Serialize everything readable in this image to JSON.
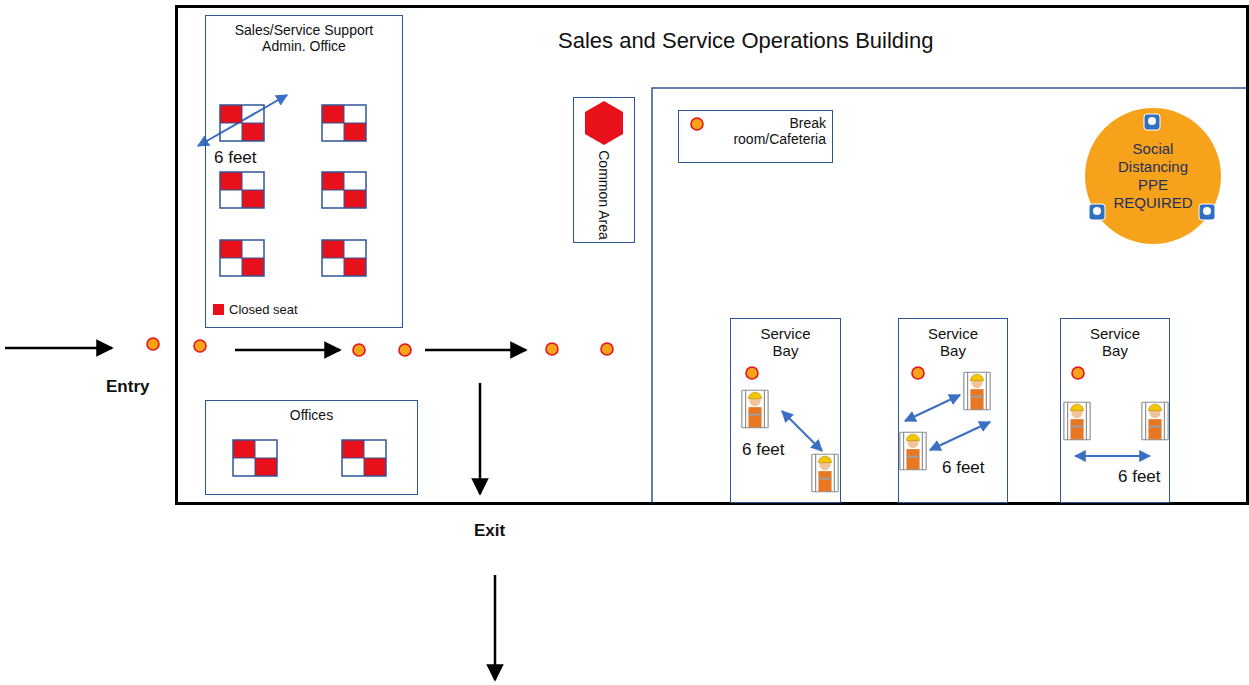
{
  "diagram": {
    "nodes": [
      {
        "text": [
          "Sales and Service Operations Building"
        ]
      },
      {
        "text": [
          "Sales/Service Support Admin. Office"
        ],
        "in": 0
      },
      {
        "text": [
          "Offices"
        ],
        "in": 0
      },
      {
        "text": [
          "Common Area"
        ],
        "in": 0
      },
      {
        "text": [
          "Break room/Cafeteria"
        ],
        "in": 0
      },
      {
        "text": [
          "Social Distancing PPE REQUIRED"
        ],
        "in": 0
      },
      {
        "text": [
          "Service Bay"
        ],
        "in": 0
      },
      {
        "text": [
          "Service Bay"
        ],
        "in": 0
      },
      {
        "text": [
          "Service Bay"
        ],
        "in": 0
      }
    ],
    "labels": [
      "6 feet",
      "6 feet",
      "6 feet",
      "6 feet",
      "Entry",
      "Exit"
    ],
    "legend": [
      {
        "text": "Closed seat",
        "color": "#e8101a"
      }
    ]
  }
}
